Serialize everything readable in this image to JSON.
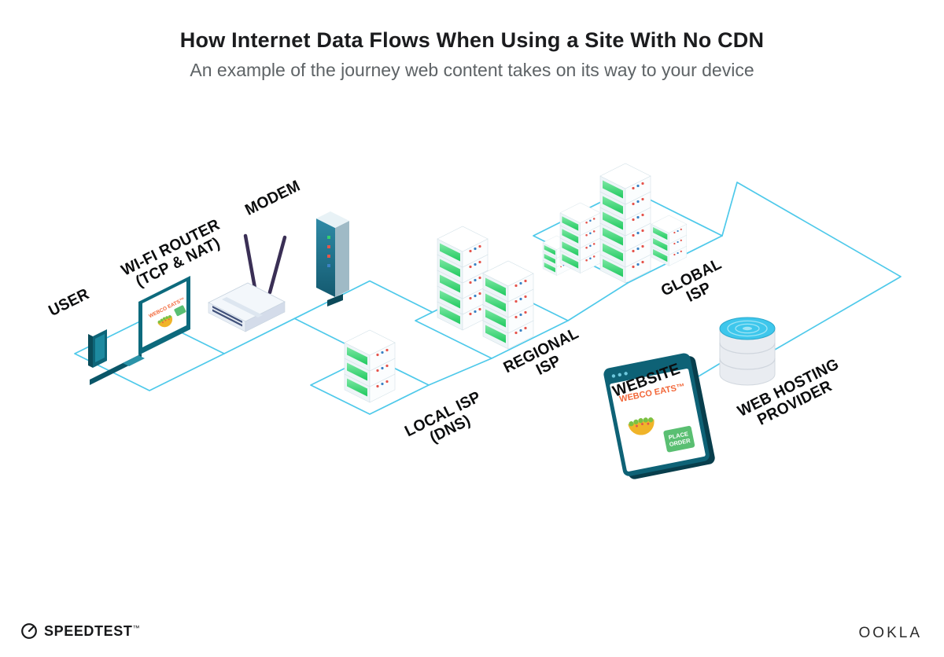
{
  "header": {
    "title": "How Internet Data Flows When Using a Site With No CDN",
    "subtitle": "An example of the journey web content takes on its way to your device"
  },
  "labels": {
    "user": "USER",
    "wifi_router": [
      "WI-FI ROUTER",
      "(TCP & NAT)"
    ],
    "modem": "MODEM",
    "local_isp": [
      "LOCAL ISP",
      "(DNS)"
    ],
    "regional_isp": [
      "REGIONAL",
      "ISP"
    ],
    "global_isp": [
      "GLOBAL",
      "ISP"
    ],
    "website": "WEBSITE",
    "web_hosting": [
      "WEB HOSTING",
      "PROVIDER"
    ]
  },
  "screens": {
    "laptop_brand": "WEBCO EATS™",
    "website_brand": "WEBCO EATS™",
    "order_button": [
      "PLACE",
      "ORDER"
    ]
  },
  "footer": {
    "speedtest": "SPEEDTEST",
    "speedtest_mark": "™",
    "ookla": "OOKLA"
  },
  "colors": {
    "connection_line": "#4EC9EA",
    "teal": "#0E6276",
    "server_green": "#2FCE71",
    "brand_orange": "#F26739",
    "button_green": "#5ABF72"
  }
}
